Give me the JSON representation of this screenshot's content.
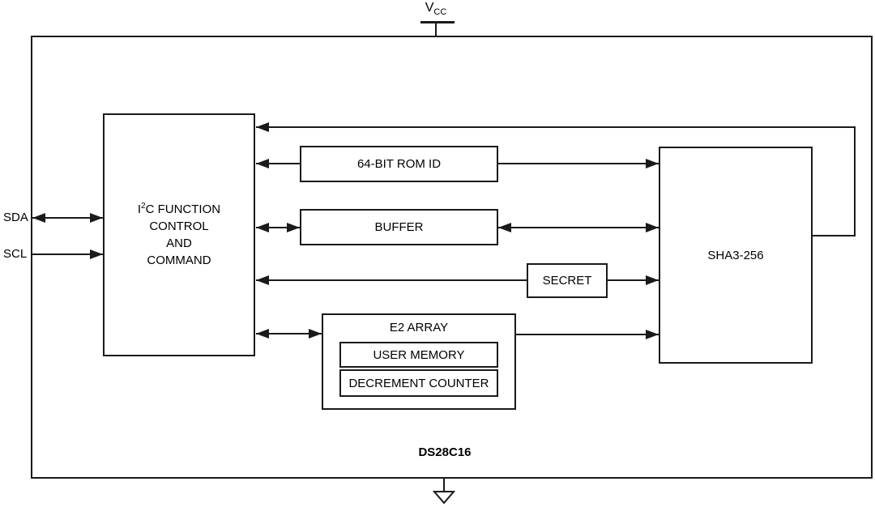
{
  "diagram": {
    "chip_name": "DS28C16",
    "power": {
      "label_main": "V",
      "label_sub": "CC"
    },
    "pins": {
      "sda": "SDA",
      "scl": "SCL"
    },
    "blocks": {
      "i2c": {
        "line1_pre": "I",
        "line1_sup": "2",
        "line1_post": "C FUNCTION",
        "line2": "CONTROL",
        "line3": "AND",
        "line4": "COMMAND"
      },
      "rom_id": {
        "label": "64-BIT ROM ID"
      },
      "buffer": {
        "label": "BUFFER"
      },
      "secret": {
        "label": "SECRET"
      },
      "e2_array": {
        "label": "E2 ARRAY"
      },
      "user_memory": {
        "label": "USER MEMORY"
      },
      "decrement_counter": {
        "label": "DECREMENT COUNTER"
      },
      "sha3": {
        "label": "SHA3-256"
      }
    },
    "colors": {
      "line": "#1a1a1a",
      "text": "#000000",
      "background": "#ffffff"
    }
  }
}
